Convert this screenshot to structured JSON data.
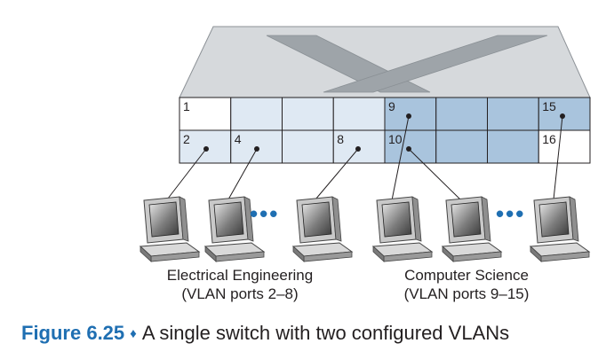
{
  "switch": {
    "ports_top": [
      {
        "number": "1",
        "vlan": "none"
      },
      {
        "number": "",
        "vlan": "ee"
      },
      {
        "number": "",
        "vlan": "ee"
      },
      {
        "number": "",
        "vlan": "ee"
      },
      {
        "number": "9",
        "vlan": "cs"
      },
      {
        "number": "",
        "vlan": "cs"
      },
      {
        "number": "",
        "vlan": "cs"
      },
      {
        "number": "15",
        "vlan": "cs"
      }
    ],
    "ports_bottom": [
      {
        "number": "2",
        "vlan": "ee"
      },
      {
        "number": "4",
        "vlan": "ee"
      },
      {
        "number": "",
        "vlan": "ee"
      },
      {
        "number": "8",
        "vlan": "ee"
      },
      {
        "number": "10",
        "vlan": "cs"
      },
      {
        "number": "",
        "vlan": "cs"
      },
      {
        "number": "",
        "vlan": "cs"
      },
      {
        "number": "16",
        "vlan": "none"
      }
    ]
  },
  "colors": {
    "ee": "#dfe9f3",
    "cs": "#a9c4dd",
    "none": "#ffffff",
    "switch_top": "#d6d9dc",
    "switch_x": "#9ea4a9",
    "accent": "#1f6fb2"
  },
  "groups": {
    "ee": {
      "name": "Electrical Engineering",
      "ports": "(VLAN ports 2–8)"
    },
    "cs": {
      "name": "Computer Science",
      "ports": "(VLAN ports 9–15)"
    }
  },
  "ellipsis": "•••",
  "caption": {
    "figure": "Figure 6.25",
    "diamond": "♦",
    "text": "A single switch with two configured VLANs"
  }
}
